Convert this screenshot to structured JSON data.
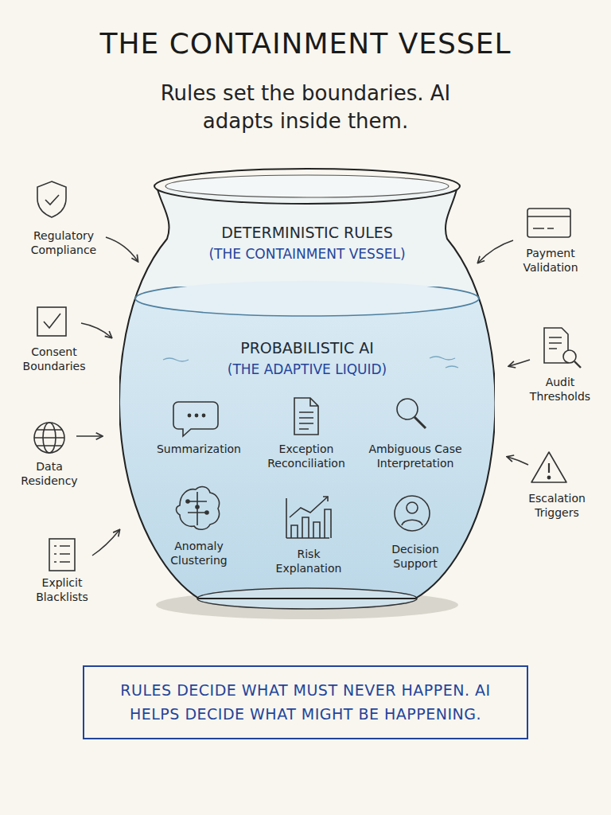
{
  "diagram": {
    "title": "THE CONTAINMENT VESSEL",
    "caption": "RULES DECIDE WHAT MUST NEVER HAPPEN. AI HELPS DECIDE WHAT MIGHT BE HAPPENING.",
    "nodes": [
      {
        "text": [
          "DETERMINISTIC RULES",
          "(THE CONTAINMENT VESSEL)"
        ]
      },
      {
        "text": [
          "PROBABILISTIC AI",
          "(THE ADAPTIVE LIQUID)"
        ],
        "in": 0
      }
    ],
    "labels": [
      "Rules set the boundaries. AI adapts inside them.",
      "Summarization",
      "Exception Reconciliation",
      "Ambiguous Case Interpretation",
      "Anomaly Clustering",
      "Risk Explanation",
      "Decision Support",
      "Regulatory Compliance",
      "Consent Boundaries",
      "Data Residency",
      "Explicit Blacklists",
      "Payment Validation",
      "Audit Thresholds",
      "Escalation Triggers"
    ]
  }
}
